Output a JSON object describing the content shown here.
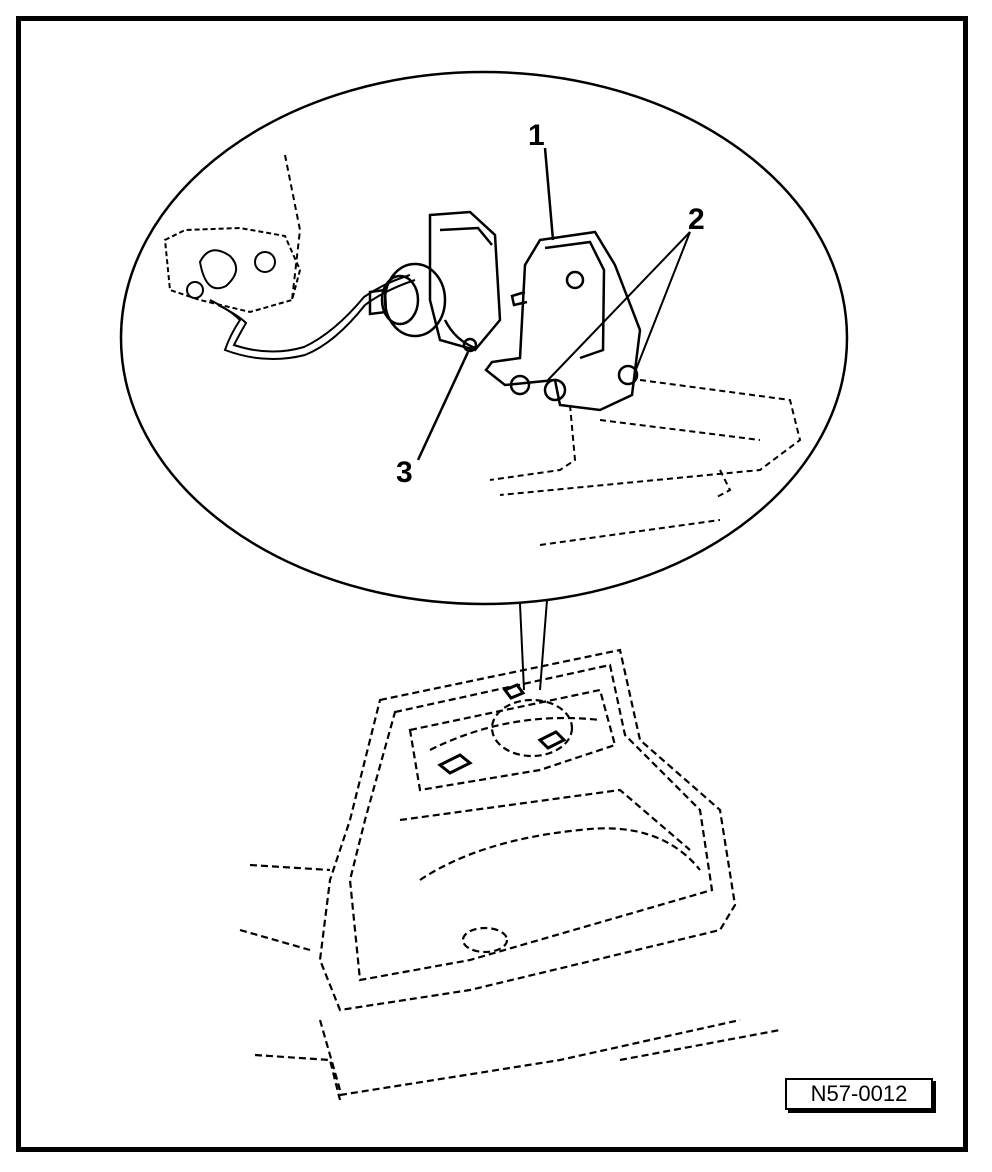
{
  "figure": {
    "callouts": [
      {
        "id": "1",
        "label": "1"
      },
      {
        "id": "2",
        "label": "2"
      },
      {
        "id": "3",
        "label": "3"
      }
    ],
    "figure_id": "N57-0012"
  }
}
